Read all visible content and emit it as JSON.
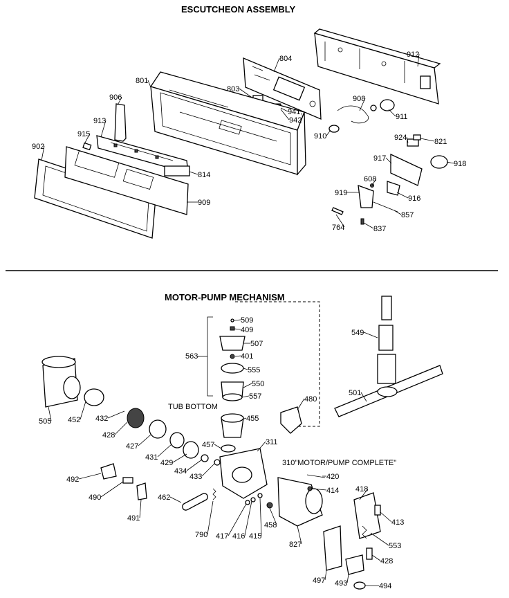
{
  "titles": {
    "escutcheon": "ESCUTCHEON ASSEMBLY",
    "motor_pump": "MOTOR-PUMP MECHANISM",
    "tub_bottom": "TUB BOTTOM",
    "motor_pump_complete": "310\"MOTOR/PUMP COMPLETE\""
  },
  "colors": {
    "ink": "#000000",
    "paper": "#ffffff",
    "shade": "#444444"
  },
  "labels": [
    {
      "id": "801",
      "text": "801"
    },
    {
      "id": "803",
      "text": "803"
    },
    {
      "id": "804",
      "text": "804"
    },
    {
      "id": "906",
      "text": "906"
    },
    {
      "id": "912",
      "text": "912"
    },
    {
      "id": "908",
      "text": "908"
    },
    {
      "id": "941",
      "text": "941,"
    },
    {
      "id": "942",
      "text": "942"
    },
    {
      "id": "911",
      "text": "911"
    },
    {
      "id": "913",
      "text": "913"
    },
    {
      "id": "915",
      "text": "915"
    },
    {
      "id": "910",
      "text": "910"
    },
    {
      "id": "902",
      "text": "902"
    },
    {
      "id": "924",
      "text": "924"
    },
    {
      "id": "821",
      "text": "821"
    },
    {
      "id": "917",
      "text": "917"
    },
    {
      "id": "918",
      "text": "918"
    },
    {
      "id": "814",
      "text": "814"
    },
    {
      "id": "608",
      "text": "608"
    },
    {
      "id": "919",
      "text": "919"
    },
    {
      "id": "916",
      "text": "916"
    },
    {
      "id": "909",
      "text": "909"
    },
    {
      "id": "857",
      "text": "857"
    },
    {
      "id": "764",
      "text": "764"
    },
    {
      "id": "837",
      "text": "837"
    },
    {
      "id": "509",
      "text": "509"
    },
    {
      "id": "409",
      "text": "409"
    },
    {
      "id": "507",
      "text": "507"
    },
    {
      "id": "563",
      "text": "563"
    },
    {
      "id": "401",
      "text": "401"
    },
    {
      "id": "555",
      "text": "555"
    },
    {
      "id": "549",
      "text": "549"
    },
    {
      "id": "550",
      "text": "550"
    },
    {
      "id": "557",
      "text": "557"
    },
    {
      "id": "501",
      "text": "501"
    },
    {
      "id": "480",
      "text": "480"
    },
    {
      "id": "505",
      "text": "505"
    },
    {
      "id": "452",
      "text": "452"
    },
    {
      "id": "432",
      "text": "432"
    },
    {
      "id": "455",
      "text": "455"
    },
    {
      "id": "428a",
      "text": "428"
    },
    {
      "id": "427",
      "text": "427"
    },
    {
      "id": "457",
      "text": "457"
    },
    {
      "id": "311",
      "text": "311"
    },
    {
      "id": "431",
      "text": "431"
    },
    {
      "id": "429",
      "text": "429"
    },
    {
      "id": "434",
      "text": "434"
    },
    {
      "id": "433",
      "text": "433"
    },
    {
      "id": "420",
      "text": "420"
    },
    {
      "id": "492",
      "text": "492"
    },
    {
      "id": "414",
      "text": "414"
    },
    {
      "id": "418",
      "text": "418"
    },
    {
      "id": "490",
      "text": "490"
    },
    {
      "id": "462",
      "text": "462"
    },
    {
      "id": "413",
      "text": "413"
    },
    {
      "id": "491",
      "text": "491"
    },
    {
      "id": "458",
      "text": "458"
    },
    {
      "id": "553",
      "text": "553"
    },
    {
      "id": "790",
      "text": "790"
    },
    {
      "id": "417",
      "text": "417"
    },
    {
      "id": "416",
      "text": "416"
    },
    {
      "id": "415",
      "text": "415"
    },
    {
      "id": "827",
      "text": "827"
    },
    {
      "id": "428b",
      "text": "428"
    },
    {
      "id": "497",
      "text": "497"
    },
    {
      "id": "493",
      "text": "493"
    },
    {
      "id": "494",
      "text": "494"
    }
  ]
}
